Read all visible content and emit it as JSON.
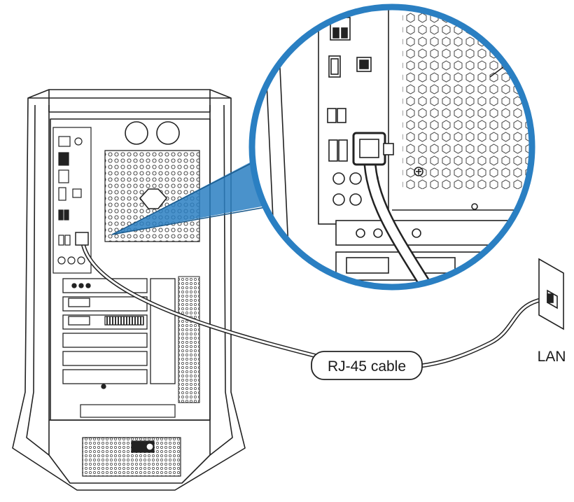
{
  "labels": {
    "cable": "RJ-45 cable",
    "lan": "LAN"
  },
  "colors": {
    "callout_ring": "#2a7fc2",
    "line_art": "#222222",
    "cable_fill": "#ffffff",
    "background": "#ffffff"
  },
  "icons": {
    "tower": "desktop-tower",
    "wall_jack": "ethernet-wall-jack",
    "magnifier": "zoom-callout"
  }
}
